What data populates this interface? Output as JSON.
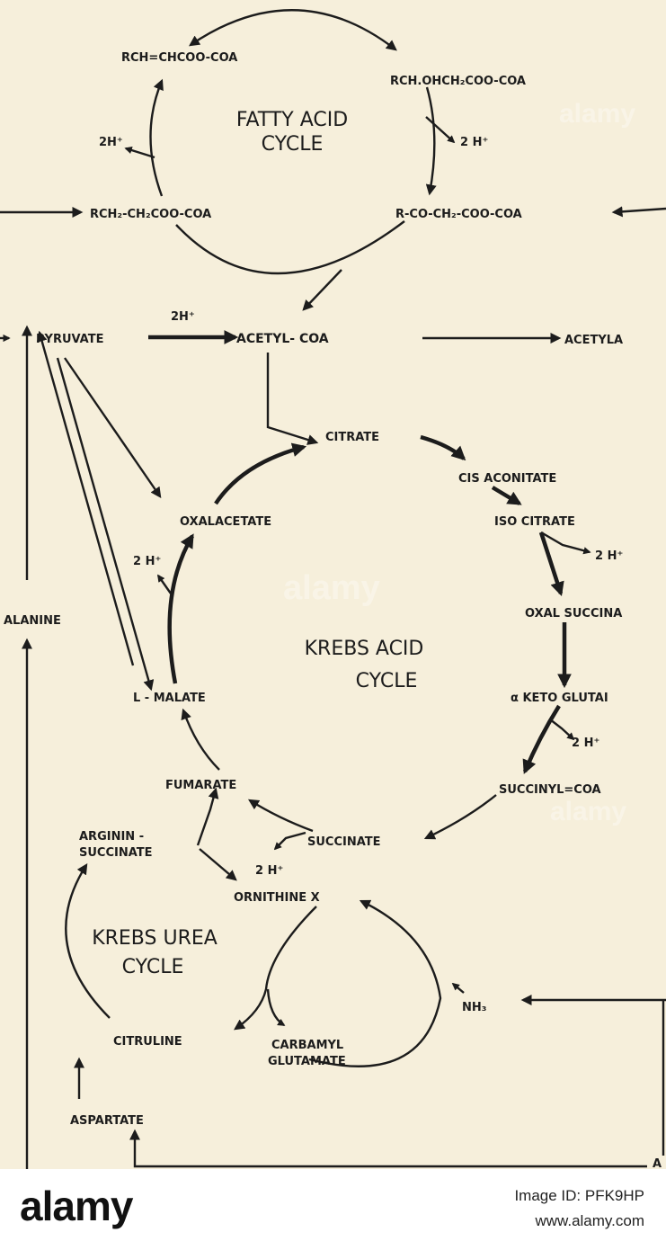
{
  "diagram": {
    "fatty_acid_cycle": {
      "title_line1": "FATTY ACID",
      "title_line2": "CYCLE",
      "rch_chcoo": "RCH=CHCOO-COA",
      "rch_ohch": "RCH.OHCH₂COO-COA",
      "rch2": "RCH₂-CH₂COO-COA",
      "rco": "R-CO-CH₂-COO-COA",
      "h_left": "2H⁺",
      "h_right": "2 H⁺"
    },
    "main_line": {
      "pyruvate": "PYRUVATE",
      "h_pyruvate": "2H⁺",
      "acetyl_coa": "ACETYL- COA",
      "acetyla": "ACETYLA"
    },
    "krebs_acid_cycle": {
      "title_line1": "KREBS ACID",
      "title_line2": "CYCLE",
      "citrate": "CITRATE",
      "cis_aconitate": "CIS ACONITATE",
      "iso_citrate": "ISO CITRATE",
      "h_iso": "2 H⁺",
      "oxal_succinate": "OXAL SUCCINA",
      "keto_glutarate": "α KETO GLUTAI",
      "h_keto": "2 H⁺",
      "succinyl_coa": "SUCCINYL=COA",
      "succinate": "SUCCINATE",
      "fumarate": "FUMARATE",
      "l_malate": "L - MALATE",
      "oxalacetate": "OXALACETATE",
      "h_oxal": "2 H⁺",
      "alanine": "ALANINE"
    },
    "krebs_urea_cycle": {
      "title_line1": "KREBS UREA",
      "title_line2": "CYCLE",
      "argininsuccinate_line1": "ARGININ -",
      "argininsuccinate_line2": "SUCCINATE",
      "h_urea": "2 H⁺",
      "ornithine": "ORNITHINE X",
      "nh3": "NH₃",
      "citruline": "CITRULINE",
      "carbamyl_line1": "CARBAMYL",
      "carbamyl_line2": "GLUTAMATE",
      "aspartate": "ASPARTATE",
      "a_edge": "A"
    },
    "watermarks": [
      "alamy",
      "alamy",
      "alamy"
    ]
  },
  "footer": {
    "logo": "alamy",
    "image_id": "Image ID: PFK9HP",
    "url": "www.alamy.com"
  },
  "colors": {
    "background": "#f6efdb",
    "ink": "#1c1c1c",
    "footer_background": "#ffffff"
  }
}
